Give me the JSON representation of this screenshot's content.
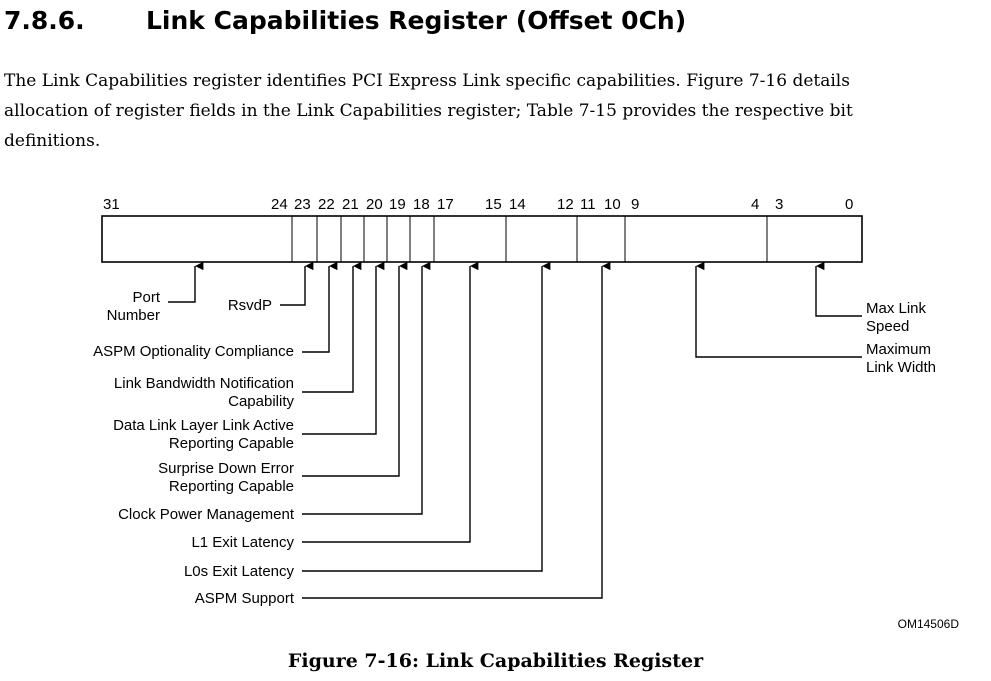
{
  "section": {
    "number": "7.8.6.",
    "title": "Link Capabilities Register (Offset 0Ch)"
  },
  "intro": {
    "line1": "The Link Capabilities register identifies PCI Express Link specific capabilities.  Figure 7-16 details",
    "line2": "allocation of register fields in the Link Capabilities register; Table 7-15 provides the respective bit",
    "line3": "definitions."
  },
  "figure": {
    "bit_labels": [
      "31",
      "24",
      "23",
      "22",
      "21",
      "20",
      "19",
      "18",
      "17",
      "15",
      "14",
      "12",
      "11",
      "10",
      "9",
      "4",
      "3",
      "0"
    ],
    "fields": {
      "port_number": [
        "Port",
        "Number"
      ],
      "rsvdp": "RsvdP",
      "aspm_optionality": "ASPM Optionality Compliance",
      "link_bw_notification": [
        "Link Bandwidth Notification",
        "Capability"
      ],
      "dll_link_active": [
        "Data Link Layer Link Active",
        "Reporting Capable"
      ],
      "surprise_down": [
        "Surprise Down Error",
        "Reporting Capable"
      ],
      "clock_pm": "Clock Power Management",
      "l1_exit": "L1 Exit Latency",
      "l0s_exit": "L0s Exit Latency",
      "aspm_support": "ASPM Support",
      "max_link_speed": [
        "Max Link",
        "Speed"
      ],
      "max_link_width": [
        "Maximum",
        "Link Width"
      ]
    },
    "code": "OM14506D",
    "caption": "Figure 7-16:  Link Capabilities Register"
  }
}
